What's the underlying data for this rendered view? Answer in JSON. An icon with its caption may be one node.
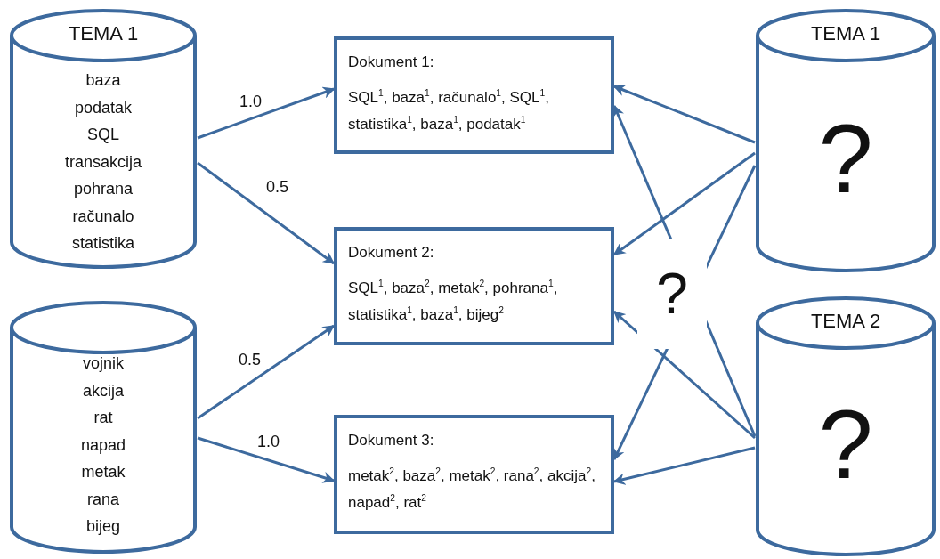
{
  "diagram": {
    "nodes": [
      {
        "text": [
          "TEMA 1",
          "baza",
          "podatak",
          "SQL",
          "transakcija",
          "pohrana",
          "računalo",
          "statistika"
        ]
      },
      {
        "text": [
          "vojnik",
          "akcija",
          "rat",
          "napad",
          "metak",
          "rana",
          "bijeg"
        ]
      },
      {
        "text": [
          "Dokument 1:",
          "SQL$^{1}$, baza$^{1}$, računalo$^{1}$, SQL$^{1}$, statistika$^{1}$, baza$^{1}$, podatak$^{1}$"
        ]
      },
      {
        "text": [
          "Dokument 2:",
          "SQL$^{1}$, baza$^{2}$, metak$^{2}$, pohrana$^{1}$, statistika$^{1}$, baza$^{1}$, bijeg$^{2}$"
        ]
      },
      {
        "text": [
          "Dokument 3:",
          "metak$^{2}$, baza$^{2}$, metak$^{2}$, rana$^{2}$, akcija$^{2}$, napad$^{2}$, rat$^{2}$"
        ]
      },
      {
        "text": [
          "TEMA 1",
          "?"
        ]
      },
      {
        "text": [
          "TEMA 2",
          "?"
        ]
      }
    ],
    "edges": [
      {
        "from": 0,
        "to": 2,
        "arrow": "to",
        "label": "1.0"
      },
      {
        "from": 0,
        "to": 3,
        "arrow": "to",
        "label": "0.5"
      },
      {
        "from": 1,
        "to": 3,
        "arrow": "to",
        "label": "0.5"
      },
      {
        "from": 1,
        "to": 4,
        "arrow": "to",
        "label": "1.0"
      },
      {
        "from": 5,
        "to": 2,
        "arrow": "to"
      },
      {
        "from": 5,
        "to": 3,
        "arrow": "to"
      },
      {
        "from": 5,
        "to": 4,
        "arrow": "to"
      },
      {
        "from": 6,
        "to": 2,
        "arrow": "to"
      },
      {
        "from": 6,
        "to": 3,
        "arrow": "to"
      },
      {
        "from": 6,
        "to": 4,
        "arrow": "to"
      }
    ],
    "labels": [
      "?"
    ]
  }
}
